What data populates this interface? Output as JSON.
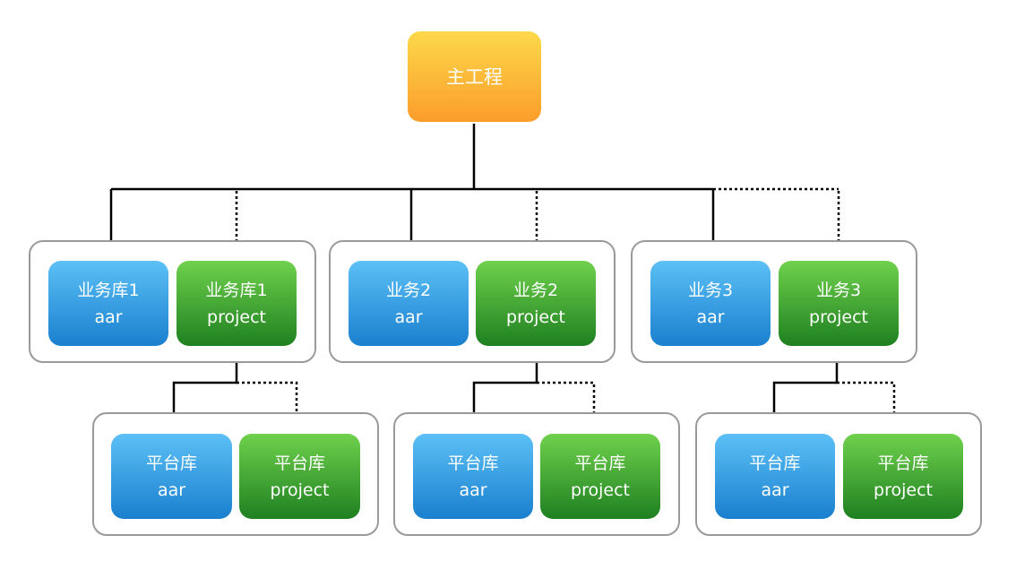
{
  "root": {
    "label": "主工程"
  },
  "modules": [
    {
      "aar": {
        "line1": "业务库1",
        "line2": "aar"
      },
      "project": {
        "line1": "业务库1",
        "line2": "project"
      }
    },
    {
      "aar": {
        "line1": "业务2",
        "line2": "aar"
      },
      "project": {
        "line1": "业务2",
        "line2": "project"
      }
    },
    {
      "aar": {
        "line1": "业务3",
        "line2": "aar"
      },
      "project": {
        "line1": "业务3",
        "line2": "project"
      }
    }
  ],
  "platforms": [
    {
      "aar": {
        "line1": "平台库",
        "line2": "aar"
      },
      "project": {
        "line1": "平台库",
        "line2": "project"
      }
    },
    {
      "aar": {
        "line1": "平台库",
        "line2": "aar"
      },
      "project": {
        "line1": "平台库",
        "line2": "project"
      }
    },
    {
      "aar": {
        "line1": "平台库",
        "line2": "aar"
      },
      "project": {
        "line1": "平台库",
        "line2": "project"
      }
    }
  ],
  "colors": {
    "root_top": "#fcd94a",
    "root_bottom": "#fb9d2a",
    "aar_top": "#5cc0f5",
    "aar_bottom": "#1a80cf",
    "project_top": "#6fd14c",
    "project_bottom": "#1e8020",
    "group_border": "#9a9a9a",
    "connector": "#000000"
  }
}
